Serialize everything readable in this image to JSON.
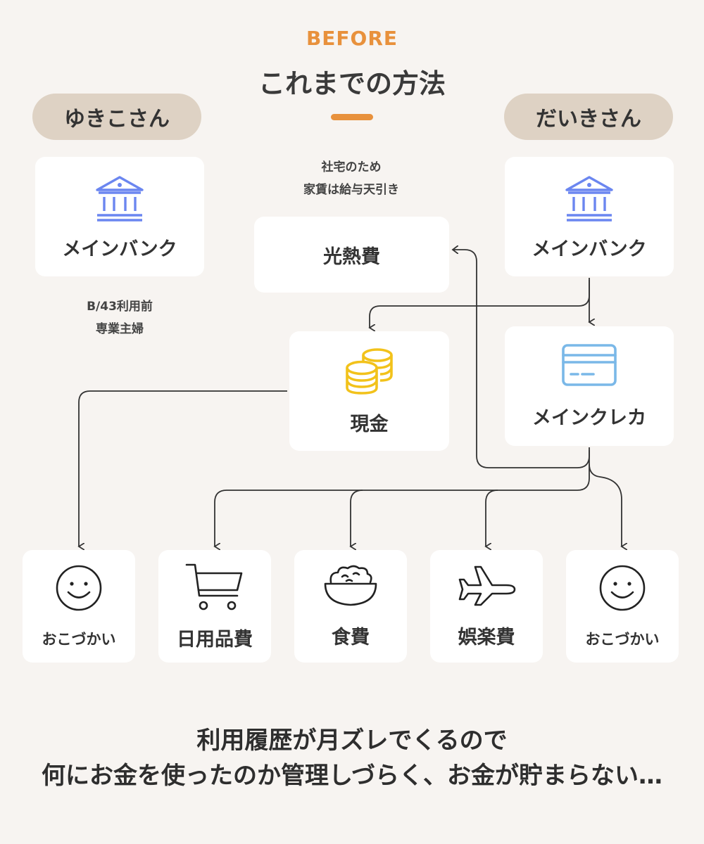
{
  "header": {
    "kicker": "BEFORE",
    "title": "これまでの方法"
  },
  "people": {
    "left": "ゆきこさん",
    "right": "だいきさん"
  },
  "notes": {
    "left_line1": "B/43利用前",
    "left_line2": "専業主婦",
    "center_line1": "社宅のため",
    "center_line2": "家賃は給与天引き"
  },
  "cards": {
    "left_bank": "メインバンク",
    "right_bank": "メインバンク",
    "utilities": "光熱費",
    "cash": "現金",
    "credit_card": "メインクレカ"
  },
  "bottom_cards": [
    {
      "label": "おこづかい",
      "icon": "smile-icon"
    },
    {
      "label": "日用品費",
      "icon": "shopping-cart-icon"
    },
    {
      "label": "食費",
      "icon": "rice-bowl-icon"
    },
    {
      "label": "娯楽費",
      "icon": "airplane-icon"
    },
    {
      "label": "おこづかい",
      "icon": "smile-icon"
    }
  ],
  "footer": {
    "line1": "利用履歴が月ズレでくるので",
    "line2": "何にお金を使ったのか管理しづらく、お金が貯まらない…"
  },
  "colors": {
    "accent": "#e8913c",
    "background": "#f7f4f1",
    "person_pill": "#ded2c4",
    "bank_icon": "#6b86f0",
    "coin_icon": "#f2c21b",
    "card_icon": "#7ab8e8"
  }
}
